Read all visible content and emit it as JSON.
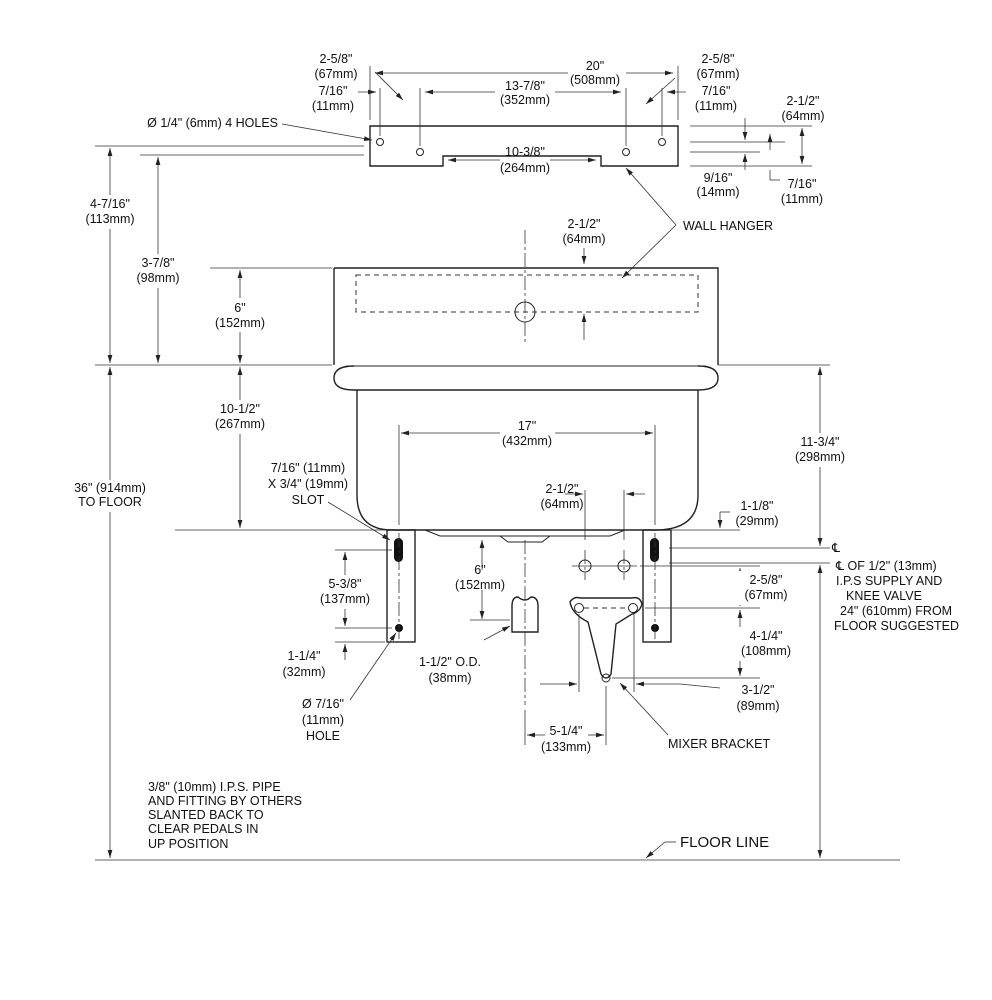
{
  "dimensions": {
    "left_overhang": {
      "imperial": "2-5/8\"",
      "metric": "(67mm)"
    },
    "left_hole_offset": {
      "imperial": "7/16\"",
      "metric": "(11mm)"
    },
    "overall_width": {
      "imperial": "20\"",
      "metric": "(508mm)"
    },
    "hole_spacing": {
      "imperial": "13-7/8\"",
      "metric": "(352mm)"
    },
    "right_overhang": {
      "imperial": "2-5/8\"",
      "metric": "(67mm)"
    },
    "right_hole_offset": {
      "imperial": "7/16\"",
      "metric": "(11mm)"
    },
    "hanger_height": {
      "imperial": "2-1/2\"",
      "metric": "(64mm)"
    },
    "holes_note": "Ø 1/4\" (6mm) 4 HOLES",
    "notch_width": {
      "imperial": "10-3/8\"",
      "metric": "(264mm)"
    },
    "hole_from_top": {
      "imperial": "9/16\"",
      "metric": "(14mm)"
    },
    "hole_from_bottom": {
      "imperial": "7/16\"",
      "metric": "(11mm)"
    },
    "hanger_top_to_rim": {
      "imperial": "4-7/16\"",
      "metric": "(113mm)"
    },
    "hanger_bottom_to_rim": {
      "imperial": "3-7/8\"",
      "metric": "(98mm)"
    },
    "back_height": {
      "imperial": "6\"",
      "metric": "(152mm)"
    },
    "drain_centerline": {
      "imperial": "2-1/2\"",
      "metric": "(64mm)"
    },
    "rim_to_bottom": {
      "imperial": "10-1/2\"",
      "metric": "(267mm)"
    },
    "rim_to_centerline": {
      "imperial": "11-3/4\"",
      "metric": "(298mm)"
    },
    "rim_to_floor": {
      "imperial": "36\" (914mm)",
      "metric": "TO FLOOR"
    },
    "leg_spacing": {
      "imperial": "17\"",
      "metric": "(432mm)"
    },
    "supply_spacing": {
      "imperial": "2-1/2\"",
      "metric": "(64mm)"
    },
    "leg_below_bowl": {
      "imperial": "1-1/8\"",
      "metric": "(29mm)"
    },
    "slot_line1": "7/16\" (11mm)",
    "slot_line2": "X 3/4\" (19mm)",
    "slot_line3": "SLOT",
    "slot_to_hole": {
      "imperial": "5-3/8\"",
      "metric": "(137mm)"
    },
    "hole_to_leg_end": {
      "imperial": "1-1/4\"",
      "metric": "(32mm)"
    },
    "bottom_to_drain": {
      "imperial": "6\"",
      "metric": "(152mm)"
    },
    "drain_od": {
      "imperial": "1-1/2\" O.D.",
      "metric": "(38mm)"
    },
    "leg_hole_line1": "Ø 7/16\"",
    "leg_hole_line2": "(11mm)",
    "leg_hole_line3": "HOLE",
    "supply_to_bracket": {
      "imperial": "2-5/8\"",
      "metric": "(67mm)"
    },
    "bracket_height": {
      "imperial": "4-1/4\"",
      "metric": "(108mm)"
    },
    "bracket_width": {
      "imperial": "3-1/2\"",
      "metric": "(89mm)"
    },
    "drain_to_bracket": {
      "imperial": "5-1/4\"",
      "metric": "(133mm)"
    }
  },
  "labels": {
    "wall_hanger": "WALL HANGER",
    "mixer_bracket": "MIXER BRACKET",
    "floor_line": "FLOOR LINE",
    "centerline_symbol": "℄",
    "supply_note": [
      "℄ OF 1/2\" (13mm)",
      "I.P.S SUPPLY AND",
      "KNEE VALVE",
      "24\" (610mm) FROM",
      "FLOOR SUGGESTED"
    ],
    "pipe_note": [
      "3/8\" (10mm) I.P.S. PIPE",
      "AND FITTING BY OTHERS",
      "SLANTED BACK TO",
      "CLEAR PEDALS IN",
      "UP POSITION"
    ]
  }
}
